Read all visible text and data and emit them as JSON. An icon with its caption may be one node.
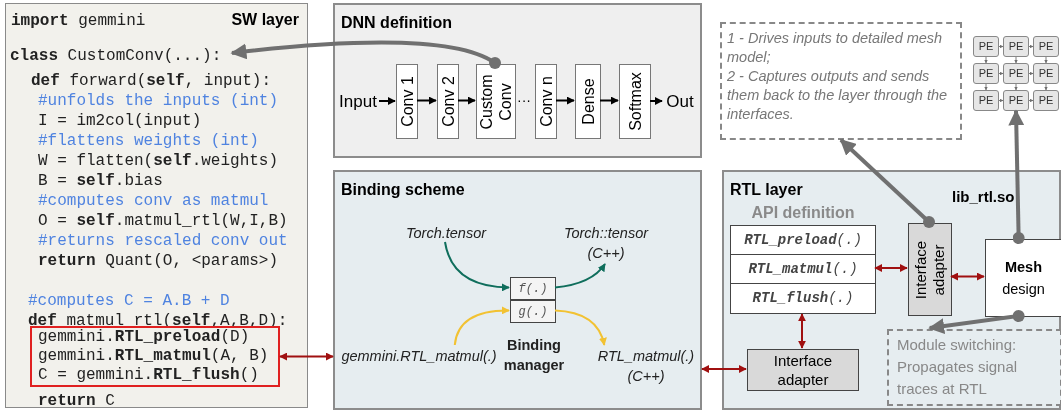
{
  "diagram": {
    "nodes": [
      {
        "text": [
          "SW layer",
          "**import** gemmini",
          "**def** forward(**self**, input):",
          "#unfolds the inputs (int)",
          "I = im2col(input)",
          "#flattens weights (int)",
          "W = flatten(**self**.weights)",
          "B = **self**.bias",
          "#computes conv as matmul",
          "O = **self**.matmul_rtl(W,I,B)",
          "#returns rescaled conv out",
          "**return** Quant(O, <params>)",
          "#computes C = A.B + D",
          "**def** matmul_rtl(**self**,A,B,D):",
          "**return** C"
        ]
      },
      {
        "text": [
          "**class** CustomConv(...):"
        ],
        "in": 0
      },
      {
        "text": [
          "gemmini.**RTL_preload**(D)",
          "gemmini.**RTL_matmul**(A, B)",
          "C = gemmini.**RTL_flush**()"
        ],
        "in": 0
      },
      {
        "text": [
          "DNN definition"
        ]
      },
      {
        "text": [
          "Input"
        ],
        "in": 3
      },
      {
        "text": [
          "Conv 1"
        ],
        "in": 3
      },
      {
        "text": [
          "Conv 2"
        ],
        "in": 3
      },
      {
        "text": [
          "Custom Conv"
        ],
        "in": 3
      },
      {
        "text": [
          "Conv n"
        ],
        "in": 3
      },
      {
        "text": [
          "Dense"
        ],
        "in": 3
      },
      {
        "text": [
          "Softmax"
        ],
        "in": 3
      },
      {
        "text": [
          "Out"
        ],
        "in": 3
      },
      {
        "text": [
          "1 - Drives inputs to detailed mesh model;",
          "2 - Captures outputs and sends them back to the layer through the interfaces."
        ]
      },
      {
        "text": [
          "PE"
        ]
      },
      {
        "text": [
          "PE"
        ]
      },
      {
        "text": [
          "PE"
        ]
      },
      {
        "text": [
          "PE"
        ]
      },
      {
        "text": [
          "PE"
        ]
      },
      {
        "text": [
          "PE"
        ]
      },
      {
        "text": [
          "PE"
        ]
      },
      {
        "text": [
          "PE"
        ]
      },
      {
        "text": [
          "PE"
        ]
      },
      {
        "text": [
          "Binding scheme"
        ]
      },
      {
        "text": [
          "Torch.tensor"
        ],
        "in": 22
      },
      {
        "text": [
          "Torch::tensor (C++)"
        ],
        "in": 22
      },
      {
        "text": [
          "f(.)"
        ],
        "in": 22
      },
      {
        "text": [
          "g(.)"
        ],
        "in": 22,
        "beside": [
          "Binding manager"
        ]
      },
      {
        "text": [
          "gemmini.RTL_matmul(.)"
        ],
        "in": 22
      },
      {
        "text": [
          "RTL_matmul(.) (C++)"
        ],
        "in": 22
      },
      {
        "text": [
          "RTL layer"
        ]
      },
      {
        "text": [
          "API definition"
        ],
        "in": 29
      },
      {
        "text": [
          "**RTL_preload**(.)"
        ],
        "in": 30
      },
      {
        "text": [
          "**RTL_matmul**(.)"
        ],
        "in": 30
      },
      {
        "text": [
          "**RTL_flush**(.)"
        ],
        "in": 30
      },
      {
        "text": [
          "Interface adapter"
        ],
        "in": 29
      },
      {
        "text": [
          "**Mesh** design"
        ],
        "in": 29
      },
      {
        "text": [
          "Interface adapter"
        ],
        "in": 29
      },
      {
        "text": [
          "Module switching: Propagates signal traces at RTL"
        ],
        "in": 29
      }
    ],
    "edges": [
      {
        "from": 7,
        "to": 1,
        "arrow": "to",
        "style": "thick",
        "color": "#707070"
      },
      {
        "from": 4,
        "to": 5,
        "arrow": "to",
        "color": "#000000"
      },
      {
        "from": 5,
        "to": 6,
        "arrow": "to",
        "color": "#000000"
      },
      {
        "from": 6,
        "to": 7,
        "arrow": "to",
        "color": "#000000"
      },
      {
        "from": 8,
        "to": 9,
        "arrow": "to",
        "color": "#000000"
      },
      {
        "from": 9,
        "to": 10,
        "arrow": "to",
        "color": "#000000"
      },
      {
        "from": 10,
        "to": 11,
        "arrow": "to",
        "color": "#000000"
      },
      {
        "from": 13,
        "to": 14,
        "arrow": "to",
        "color": "#707070"
      },
      {
        "from": 14,
        "to": 15,
        "arrow": "to",
        "color": "#707070"
      },
      {
        "from": 16,
        "to": 17,
        "arrow": "to",
        "color": "#707070"
      },
      {
        "from": 17,
        "to": 18,
        "arrow": "to",
        "color": "#707070"
      },
      {
        "from": 19,
        "to": 20,
        "arrow": "to",
        "color": "#707070"
      },
      {
        "from": 20,
        "to": 21,
        "arrow": "to",
        "color": "#707070"
      },
      {
        "from": 13,
        "to": 16,
        "arrow": "to",
        "color": "#707070"
      },
      {
        "from": 14,
        "to": 17,
        "arrow": "to",
        "color": "#707070"
      },
      {
        "from": 15,
        "to": 18,
        "arrow": "to",
        "color": "#707070"
      },
      {
        "from": 16,
        "to": 19,
        "arrow": "to",
        "color": "#707070"
      },
      {
        "from": 17,
        "to": 20,
        "arrow": "to",
        "color": "#707070"
      },
      {
        "from": 18,
        "to": 21,
        "arrow": "to",
        "color": "#707070"
      },
      {
        "from": 23,
        "to": 25,
        "arrow": "to",
        "color": "#0f6e5c"
      },
      {
        "from": 25,
        "to": 24,
        "arrow": "to",
        "color": "#0f6e5c"
      },
      {
        "from": 27,
        "to": 26,
        "arrow": "to",
        "color": "#f2c232"
      },
      {
        "from": 26,
        "to": 28,
        "arrow": "to",
        "color": "#f2c232"
      },
      {
        "from": 2,
        "to": 22,
        "arrow": "both",
        "color": "#a01010"
      },
      {
        "from": 36,
        "to": 22,
        "arrow": "both",
        "color": "#a01010"
      },
      {
        "from": 30,
        "to": 34,
        "arrow": "both",
        "color": "#a01010"
      },
      {
        "from": 34,
        "to": 35,
        "arrow": "both",
        "color": "#a01010"
      },
      {
        "from": 30,
        "to": 36,
        "arrow": "both",
        "color": "#a01010"
      },
      {
        "from": 34,
        "to": 12,
        "arrow": "to",
        "style": "thick",
        "color": "#707070"
      },
      {
        "from": 35,
        "to": 20,
        "arrow": "to",
        "style": "thick",
        "color": "#707070"
      },
      {
        "from": 35,
        "to": 37,
        "arrow": "to",
        "style": "thick",
        "color": "#707070"
      }
    ],
    "labels": [
      "···",
      "lib_rtl.so"
    ]
  }
}
